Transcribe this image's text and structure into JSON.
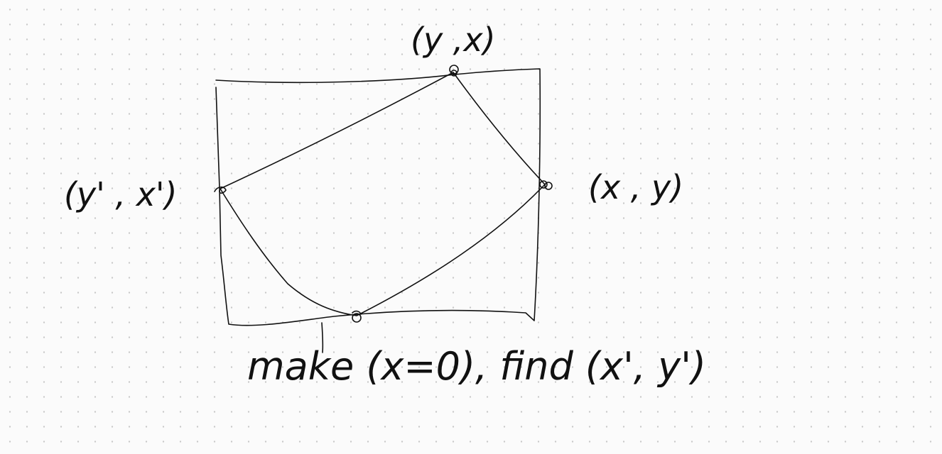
{
  "labels": {
    "top": "(y ,x)",
    "left": "(y' , x')",
    "right": "(x , y)",
    "bottom_note": "make (x=0), find (x', y')"
  },
  "colors": {
    "ink": "#111111",
    "paper": "#fbfbfb",
    "grid_dots": "#c8c8c8"
  }
}
